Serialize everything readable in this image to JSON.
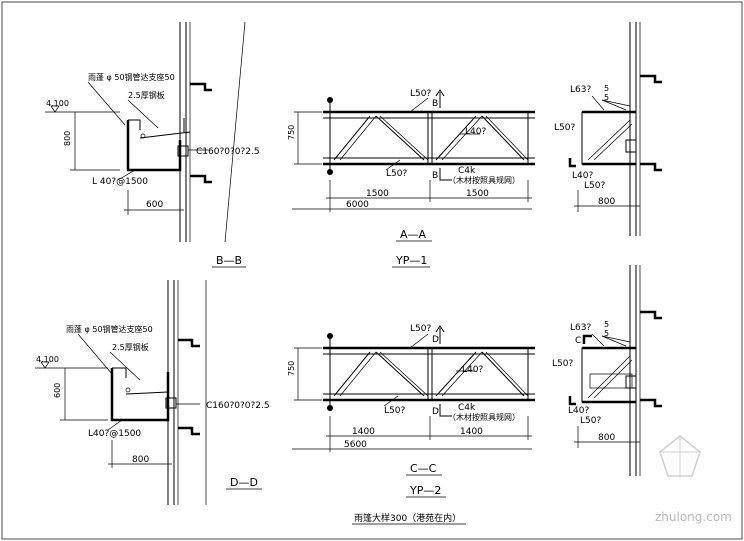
{
  "bb": {
    "elev": "4.100",
    "note_rain": "雨蓬 φ 50钢管达支座50",
    "plate": "2.5厚钢板",
    "dim_h": "800",
    "channel": "C160?0?0?2.5",
    "angle": "L  40?@1500",
    "dim_w": "600",
    "title": "B—B"
  },
  "yp1": {
    "top_chord": "L50?",
    "diag": "L40?",
    "bot_chord": "L50?",
    "cut_top": "B",
    "cut_bot": "B",
    "bolt": "C4k",
    "bolt_note": "（木材按照具规网）",
    "dim_h": "750",
    "span_l": "1500",
    "span_r": "1500",
    "total": "6000",
    "section": "A—A",
    "title": "YP—1"
  },
  "aa": {
    "l63": "L63?",
    "l50": "L50?",
    "l40": "L40?",
    "l50b": "L50?",
    "s1": "5",
    "s2": "5",
    "dim_w": "800"
  },
  "dd": {
    "elev": "4.100",
    "note_rain": "雨蓬 φ 50钢管达支座50",
    "plate": "2.5厚钢板",
    "dim_h": "600",
    "channel": "C160?0?0?2.5",
    "angle": "L40?@1500",
    "dim_w": "800",
    "title": "D—D"
  },
  "yp2": {
    "top_chord": "L50?",
    "diag": "L40?",
    "bot_chord": "L50?",
    "cut_top": "D",
    "cut_bot": "D",
    "bolt": "C4k",
    "bolt_note": "（木材按照具规网）",
    "dim_h": "750",
    "span_l": "1400",
    "span_r": "1400",
    "total": "5600",
    "section": "C—C",
    "title": "YP—2"
  },
  "cc": {
    "l63": "L63?",
    "l50": "L50?",
    "l40": "L40?",
    "l50b": "L50?",
    "cut": "C",
    "s1": "5",
    "s2": "5",
    "dim_w": "800"
  },
  "caption": "雨篷大样300（港苑在内）",
  "watermark": "zhulong.com"
}
